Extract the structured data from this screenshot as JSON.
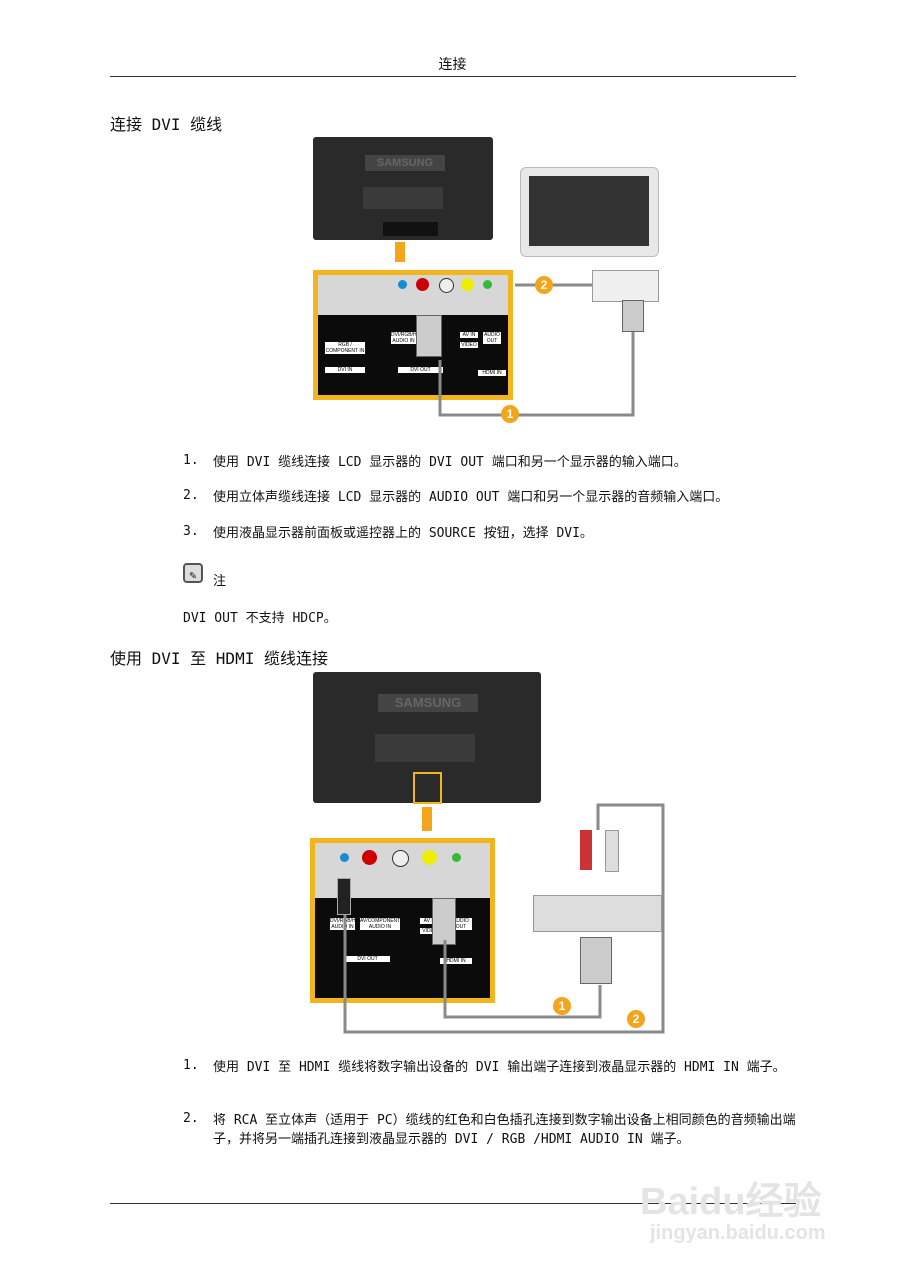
{
  "header": {
    "title": "连接"
  },
  "section1": {
    "heading": "连接 DVI 缆线",
    "diagram": {
      "brand": "SAMSUNG",
      "labels": [
        "RGB / COMPONENT IN",
        "DVI IN",
        "DVI/RGB/HDMI AUDIO IN",
        "DVI OUT",
        "AV IN",
        "VIDEO",
        "AUDIO OUT",
        "HDMI IN"
      ],
      "badges": [
        "1",
        "2"
      ]
    },
    "steps": [
      {
        "num": "1.",
        "text": "使用 DVI 缆线连接 LCD 显示器的 DVI OUT 端口和另一个显示器的输入端口。"
      },
      {
        "num": "2.",
        "text": "使用立体声缆线连接 LCD 显示器的 AUDIO OUT 端口和另一个显示器的音频输入端口。"
      },
      {
        "num": "3.",
        "text": "使用液晶显示器前面板或遥控器上的 SOURCE 按钮，选择 DVI。"
      }
    ],
    "note": {
      "label": "注",
      "text": "DVI OUT 不支持 HDCP。"
    }
  },
  "section2": {
    "heading": "使用 DVI 至 HDMI 缆线连接",
    "diagram": {
      "brand": "SAMSUNG",
      "labels": [
        "DVI/RGB/HDMI AUDIO IN",
        "AV/COMPONENT AUDIO IN",
        "DVI OUT",
        "AV IN",
        "VIDEO",
        "AUDIO OUT",
        "HDMI IN"
      ],
      "badges": [
        "1",
        "2"
      ]
    },
    "steps": [
      {
        "num": "1.",
        "text": "使用 DVI 至 HDMI 缆线将数字输出设备的 DVI 输出端子连接到液晶显示器的 HDMI IN 端子。"
      },
      {
        "num": "2.",
        "text": "将 RCA 至立体声（适用于 PC）缆线的红色和白色插孔连接到数字输出设备上相同颜色的音频输出端子，并将另一端插孔连接到液晶显示器的 DVI / RGB /HDMI AUDIO IN 端子。"
      }
    ]
  },
  "watermark": {
    "brand": "Baidu经验",
    "url": "jingyan.baidu.com"
  },
  "colors": {
    "accent": "#f3b51e",
    "badge": "#f3a51b",
    "cable": "#8a8a8a"
  }
}
